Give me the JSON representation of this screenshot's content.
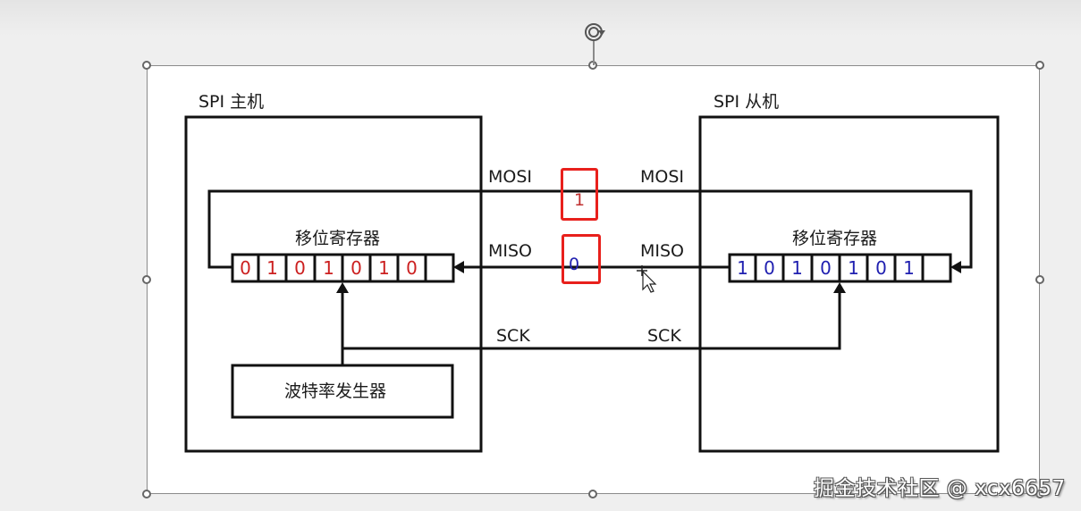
{
  "diagram": {
    "master": {
      "title": "SPI 主机",
      "register_label": "移位寄存器",
      "register_bits": [
        "0",
        "1",
        "0",
        "1",
        "0",
        "1",
        "0",
        ""
      ],
      "baud_generator": "波特率发生器",
      "bit_color": "#cc2020"
    },
    "slave": {
      "title": "SPI 从机",
      "register_label": "移位寄存器",
      "register_bits": [
        "1",
        "0",
        "1",
        "0",
        "1",
        "0",
        "1",
        ""
      ],
      "bit_color": "#2020b0"
    },
    "signals": {
      "mosi_left": "MOSI",
      "mosi_right": "MOSI",
      "miso_left": "MISO",
      "miso_right": "MISO",
      "sck_left": "SCK",
      "sck_right": "SCK"
    },
    "in_transit": {
      "mosi_bit": "1",
      "miso_bit": "0",
      "highlight_color": "#e8201c"
    }
  },
  "watermark": "掘金技术社区 @ xcx6657",
  "icons": {
    "rotate": "rotate-handle-icon",
    "cursor": "move-cursor-icon"
  }
}
